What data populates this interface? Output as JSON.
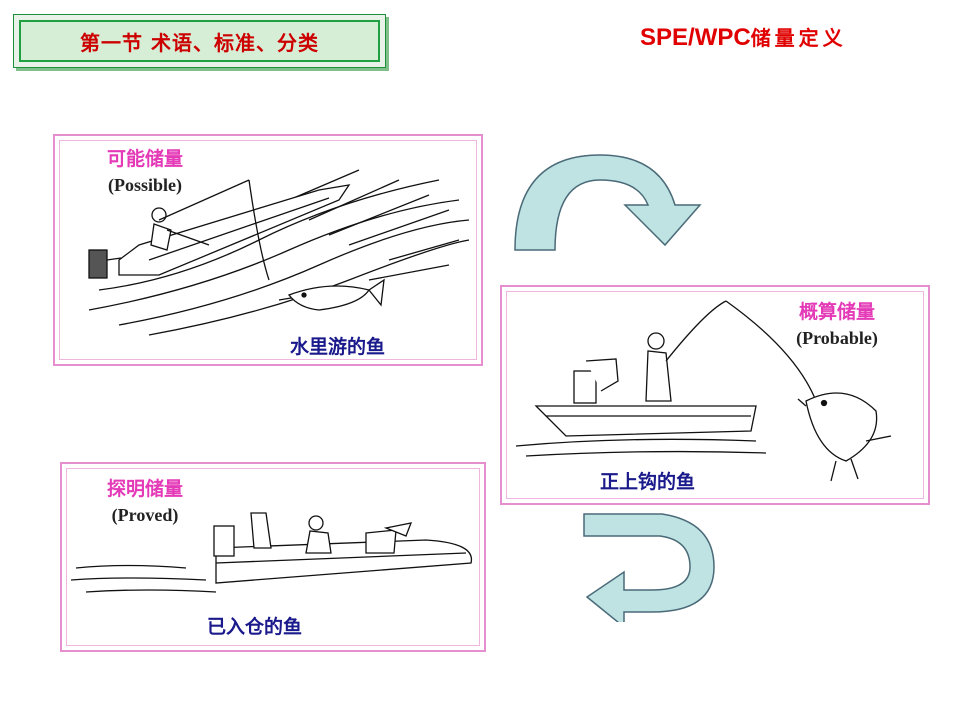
{
  "header": {
    "section_title": "第一节 术语、标准、分类",
    "right_title_en": "SPE/WPC",
    "right_title_cn": "储量定义"
  },
  "panels": [
    {
      "label_cn": "可能储量",
      "label_en": "(Possible)",
      "caption": "水里游的鱼"
    },
    {
      "label_cn": "概算储量",
      "label_en": "(Probable)",
      "caption": "正上钩的鱼"
    },
    {
      "label_cn": "探明储量",
      "label_en": "(Proved)",
      "caption": "已入仓的鱼"
    }
  ],
  "colors": {
    "title_red": "#cc0000",
    "label_pink": "#e43ab7",
    "caption_navy": "#1a1a8c",
    "panel_border": "#e58fce",
    "arrow_fill": "#bfe3e3"
  }
}
